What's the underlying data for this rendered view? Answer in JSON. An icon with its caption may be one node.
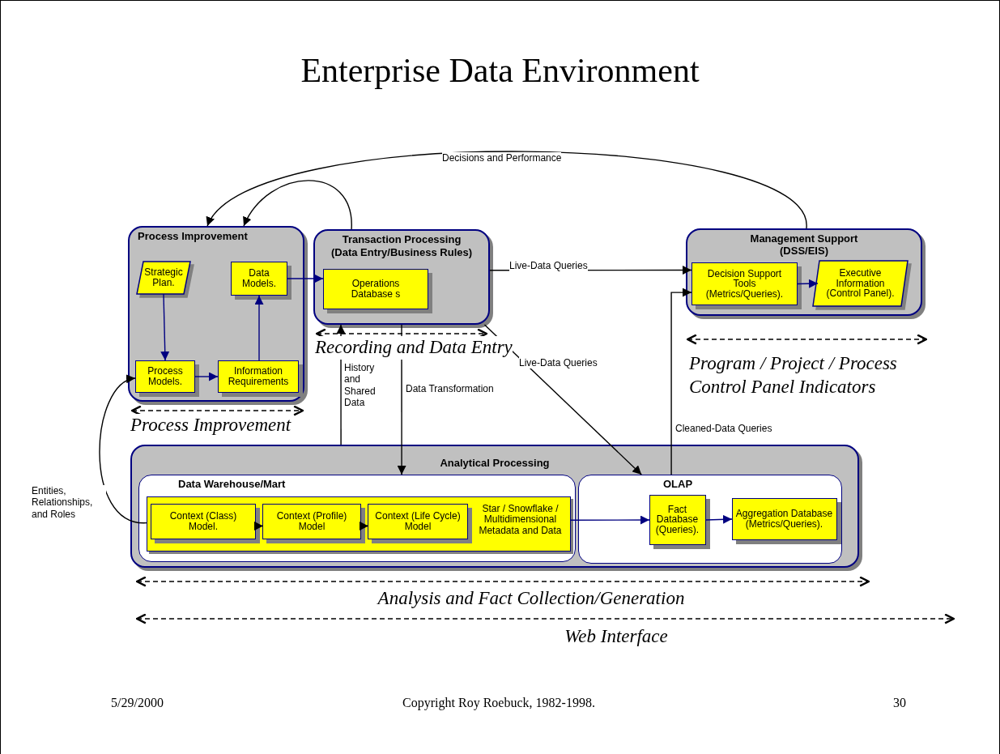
{
  "diagram": {
    "title": "Enterprise Data Environment",
    "nodes": [
      {
        "text": [
          "Process Improvement"
        ]
      },
      {
        "text": [
          "Strategic Plan."
        ],
        "in": 0
      },
      {
        "text": [
          "Data Models."
        ],
        "in": 0
      },
      {
        "text": [
          "Process Models."
        ],
        "in": 0
      },
      {
        "text": [
          "Information Requirements"
        ],
        "in": 0
      },
      {
        "text": [
          "Transaction Processing",
          "(Data Entry/Business Rules)"
        ]
      },
      {
        "text": [
          "Operations Database s"
        ],
        "in": 5
      },
      {
        "text": [
          "Management Support (DSS/EIS)"
        ]
      },
      {
        "text": [
          "Decision Support Tools (Metrics/Queries)."
        ],
        "in": 7
      },
      {
        "text": [
          "Executive Information (Control Panel)."
        ],
        "in": 7
      },
      {
        "text": [
          "Analytical Processing"
        ]
      },
      {
        "text": [
          "Data Warehouse/Mart"
        ],
        "in": 10
      },
      {
        "text": [
          "Star / Snowflake / Multidimensional Metadata and Data"
        ],
        "in": 11
      },
      {
        "text": [
          "Context (Class) Model."
        ],
        "in": 12
      },
      {
        "text": [
          "Context (Profile) Model"
        ],
        "in": 12
      },
      {
        "text": [
          "Context (Life Cycle) Model"
        ],
        "in": 12
      },
      {
        "text": [
          "OLAP"
        ],
        "in": 10
      },
      {
        "text": [
          "Fact Database (Queries)."
        ],
        "in": 16
      },
      {
        "text": [
          "Aggregation Database (Metrics/Queries)."
        ],
        "in": 16
      }
    ],
    "edges": [
      {
        "from": 1,
        "to": 3,
        "arrow": "to",
        "color": "#000080"
      },
      {
        "from": 3,
        "to": 4,
        "arrow": "to",
        "color": "#000080"
      },
      {
        "from": 4,
        "to": 2,
        "arrow": "to",
        "color": "#000080"
      },
      {
        "from": 2,
        "to": 6,
        "arrow": "to",
        "color": "#000080"
      },
      {
        "from": 8,
        "to": 9,
        "arrow": "to",
        "color": "#000080"
      },
      {
        "from": 13,
        "to": 14,
        "arrow": "to"
      },
      {
        "from": 14,
        "to": 15,
        "arrow": "to"
      },
      {
        "from": 12,
        "to": 17,
        "arrow": "to",
        "color": "#000080"
      },
      {
        "from": 17,
        "to": 18,
        "arrow": "to",
        "color": "#000080"
      },
      {
        "from": 5,
        "to": 8,
        "arrow": "to",
        "label": "Live-Data Queries"
      },
      {
        "from": 5,
        "to": 16,
        "arrow": "to",
        "label": "Live-Data Queries"
      },
      {
        "from": 10,
        "to": 5,
        "arrow": "to",
        "label": "History and Shared Data"
      },
      {
        "from": 5,
        "to": 11,
        "arrow": "to",
        "label": "Data Transformation"
      },
      {
        "from": 16,
        "to": 8,
        "arrow": "to",
        "label": "Cleaned-Data Queries"
      },
      {
        "from": 7,
        "to": 0,
        "arrow": "to",
        "label": "Decisions and Performance"
      },
      {
        "from": 5,
        "to": 0,
        "arrow": "to"
      },
      {
        "from": 12,
        "to": 3,
        "arrow": "to",
        "label": "Entities, Relationships, and Roles"
      }
    ],
    "labels": [
      "Recording and Data Entry",
      "Program / Project / Process Control Panel Indicators",
      "Process Improvement",
      "Analysis and Fact Collection/Generation",
      "Web Interface",
      "5/29/2000",
      "Copyright Roy Roebuck, 1982-1998.",
      "30"
    ]
  }
}
